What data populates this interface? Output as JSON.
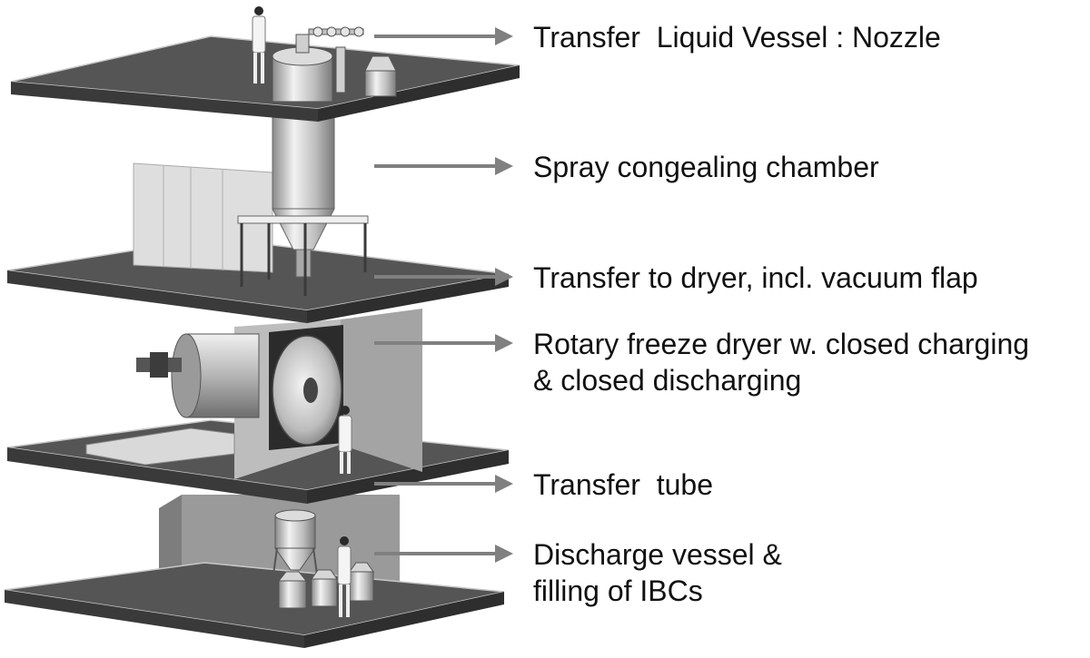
{
  "callouts": [
    {
      "lines": [
        "Transfer  Liquid Vessel : Nozzle"
      ]
    },
    {
      "lines": [
        "Spray congealing chamber"
      ]
    },
    {
      "lines": [
        "Transfer to dryer, incl. vacuum flap"
      ]
    },
    {
      "lines": [
        "Rotary freeze dryer w. closed charging",
        "& closed discharging"
      ]
    },
    {
      "lines": [
        "Transfer  tube"
      ]
    },
    {
      "lines": [
        "Discharge vessel &",
        "filling of IBCs"
      ]
    }
  ],
  "colors": {
    "slab_top": "#555555",
    "slab_side": "#3a3a3a",
    "slab_edge": "#c8c8c8",
    "wall_light": "#a8a8a8",
    "wall_dark": "#8c8c8c",
    "metal_light": "#e6e6e6",
    "metal_mid": "#b9b9b9",
    "metal_dark": "#7a7a7a",
    "panel": "#dedede",
    "arrow": "#808080",
    "text": "#111111"
  }
}
